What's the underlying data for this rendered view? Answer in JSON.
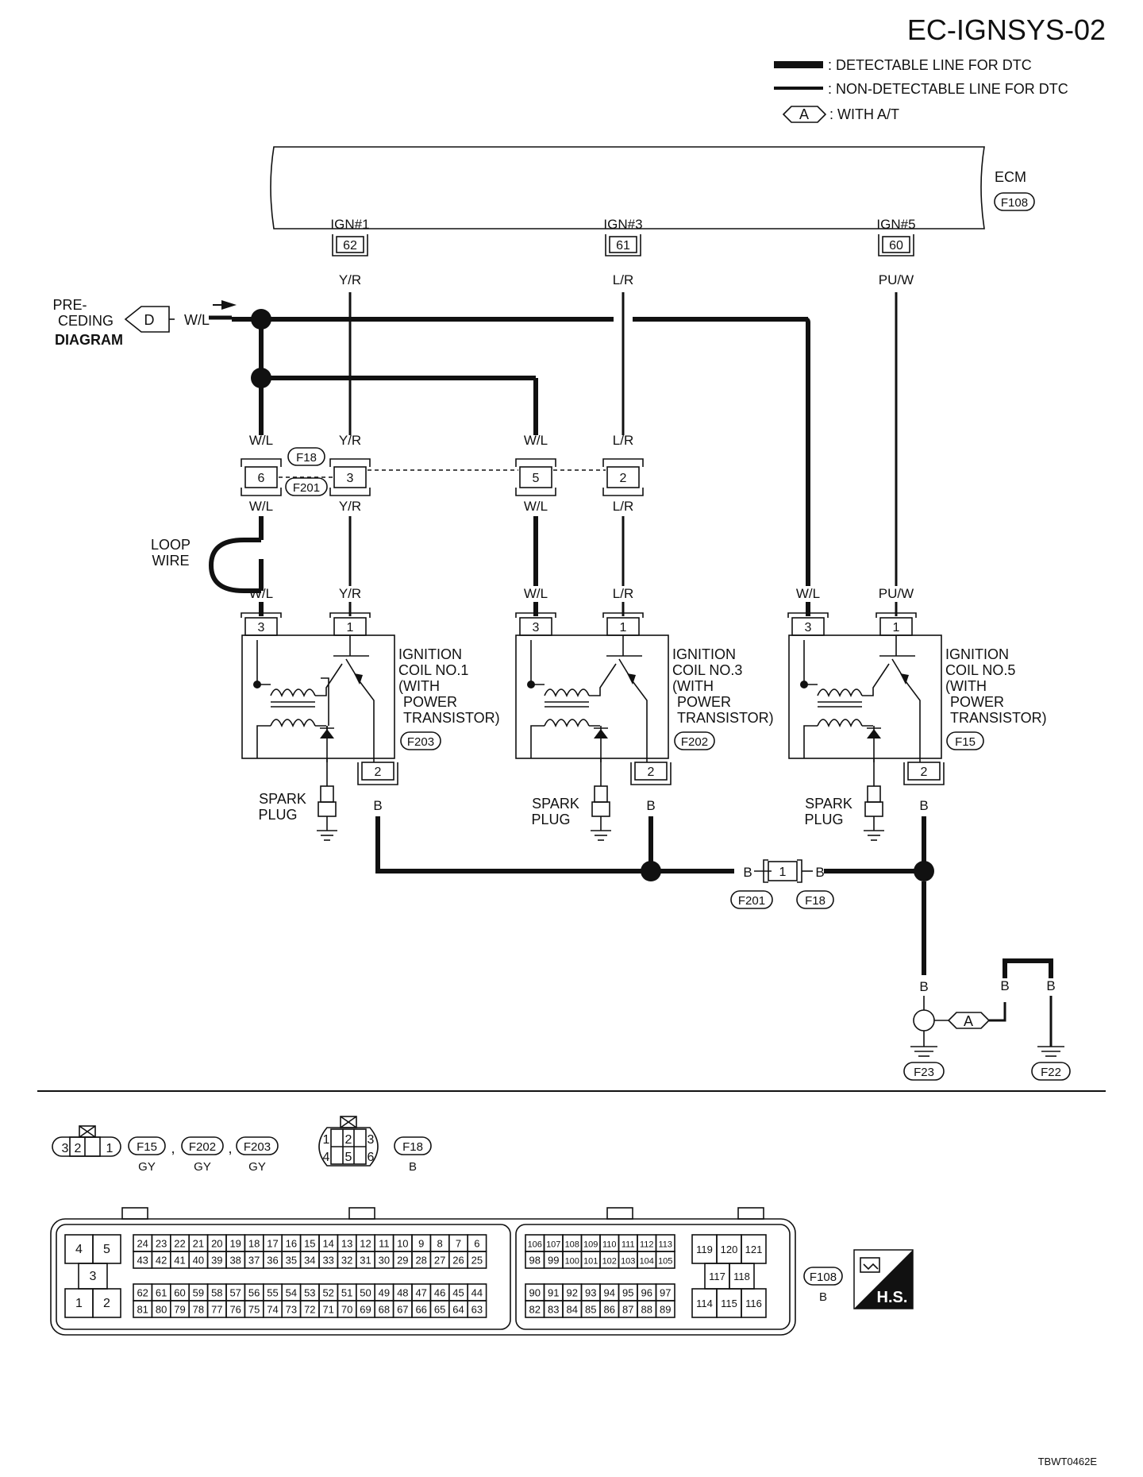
{
  "diagram_id": "EC-IGNSYS-02",
  "legend": {
    "detectable": ": DETECTABLE LINE FOR DTC",
    "non_detectable": ": NON-DETECTABLE LINE FOR DTC",
    "option_symbol": "A",
    "option_text": ": WITH A/T"
  },
  "ecm": {
    "label": "ECM",
    "connector": "F108",
    "terminals": [
      {
        "name": "IGN#1",
        "pin": "62",
        "wire": "Y/R"
      },
      {
        "name": "IGN#3",
        "pin": "61",
        "wire": "L/R"
      },
      {
        "name": "IGN#5",
        "pin": "60",
        "wire": "PU/W"
      }
    ]
  },
  "preceding": {
    "line1": "PRE-",
    "line2": "CEDING",
    "line3": "DIAGRAM",
    "symbol": "D",
    "wire": "W/L"
  },
  "connector_f18_f201": {
    "upper_id": "F18",
    "lower_id": "F201",
    "pins": [
      {
        "pin": "6",
        "wire_top": "W/L",
        "wire_bottom": "W/L"
      },
      {
        "pin": "3",
        "wire_top": "Y/R",
        "wire_bottom": "Y/R"
      },
      {
        "pin": "5",
        "wire_top": "W/L",
        "wire_bottom": "W/L"
      },
      {
        "pin": "2",
        "wire_top": "L/R",
        "wire_bottom": "L/R"
      }
    ]
  },
  "loop_wire": {
    "line1": "LOOP",
    "line2": "WIRE"
  },
  "coils": [
    {
      "line1": "IGNITION",
      "line2": "COIL NO.1",
      "line3": "(WITH",
      "line4": "POWER",
      "line5": "TRANSISTOR)",
      "connector": "F203",
      "pin3_wire": "W/L",
      "pin1_wire": "Y/R",
      "pin3": "3",
      "pin1": "1",
      "pin2": "2",
      "ground_wire": "B",
      "spark1": "SPARK",
      "spark2": "PLUG"
    },
    {
      "line1": "IGNITION",
      "line2": "COIL NO.3",
      "line3": "(WITH",
      "line4": "POWER",
      "line5": "TRANSISTOR)",
      "connector": "F202",
      "pin3_wire": "W/L",
      "pin1_wire": "L/R",
      "pin3": "3",
      "pin1": "1",
      "pin2": "2",
      "ground_wire": "B",
      "spark1": "SPARK",
      "spark2": "PLUG"
    },
    {
      "line1": "IGNITION",
      "line2": "COIL NO.5",
      "line3": "(WITH",
      "line4": "POWER",
      "line5": "TRANSISTOR)",
      "connector": "F15",
      "pin3_wire": "W/L",
      "pin1_wire": "PU/W",
      "pin3": "3",
      "pin1": "1",
      "pin2": "2",
      "ground_wire": "B",
      "spark1": "SPARK",
      "spark2": "PLUG"
    }
  ],
  "ground_joint": {
    "pin": "1",
    "wire_left": "B",
    "wire_right": "B",
    "left_id": "F201",
    "right_id": "F18"
  },
  "grounds": {
    "wire_main": "B",
    "wire_r1": "B",
    "wire_r2": "B",
    "option_symbol": "A",
    "left_id": "F23",
    "right_id": "F22"
  },
  "connector_views": {
    "c3_pins": [
      "3",
      "2",
      "1"
    ],
    "c3_ids": [
      "F15",
      "F202",
      "F203"
    ],
    "c3_colors": [
      "GY",
      "GY",
      "GY"
    ],
    "c3_sep": ",",
    "c6_pins": [
      "1",
      "2",
      "3",
      "4",
      "5",
      "6"
    ],
    "c6_id": "F18",
    "c6_color": "B",
    "ecm_id": "F108",
    "ecm_color": "B",
    "hs": "H.S."
  },
  "ecm_connector": {
    "blk_a": {
      "r1": [
        "4",
        "5"
      ],
      "r2": [
        "3"
      ],
      "r3": [
        "1",
        "2"
      ]
    },
    "row_a1": [
      "24",
      "23",
      "22",
      "21",
      "20",
      "19",
      "18",
      "17",
      "16",
      "15",
      "14",
      "13",
      "12",
      "11",
      "10",
      "9",
      "8",
      "7",
      "6"
    ],
    "row_a2": [
      "43",
      "42",
      "41",
      "40",
      "39",
      "38",
      "37",
      "36",
      "35",
      "34",
      "33",
      "32",
      "31",
      "30",
      "29",
      "28",
      "27",
      "26",
      "25"
    ],
    "row_a3": [
      "62",
      "61",
      "60",
      "59",
      "58",
      "57",
      "56",
      "55",
      "54",
      "53",
      "52",
      "51",
      "50",
      "49",
      "48",
      "47",
      "46",
      "45",
      "44"
    ],
    "row_a4": [
      "81",
      "80",
      "79",
      "78",
      "77",
      "76",
      "75",
      "74",
      "73",
      "72",
      "71",
      "70",
      "69",
      "68",
      "67",
      "66",
      "65",
      "64",
      "63"
    ],
    "row_b1": [
      "106",
      "107",
      "108",
      "109",
      "110",
      "111",
      "112",
      "113"
    ],
    "row_b2": [
      "98",
      "99",
      "100",
      "101",
      "102",
      "103",
      "104",
      "105"
    ],
    "row_b3": [
      "90",
      "91",
      "92",
      "93",
      "94",
      "95",
      "96",
      "97"
    ],
    "row_b4": [
      "82",
      "83",
      "84",
      "85",
      "86",
      "87",
      "88",
      "89"
    ],
    "blk_c": {
      "r1": [
        "119",
        "120",
        "121"
      ],
      "r2": [
        "117",
        "118"
      ],
      "r3": [
        "114",
        "115",
        "116"
      ]
    }
  },
  "footer_code": "TBWT0462E"
}
